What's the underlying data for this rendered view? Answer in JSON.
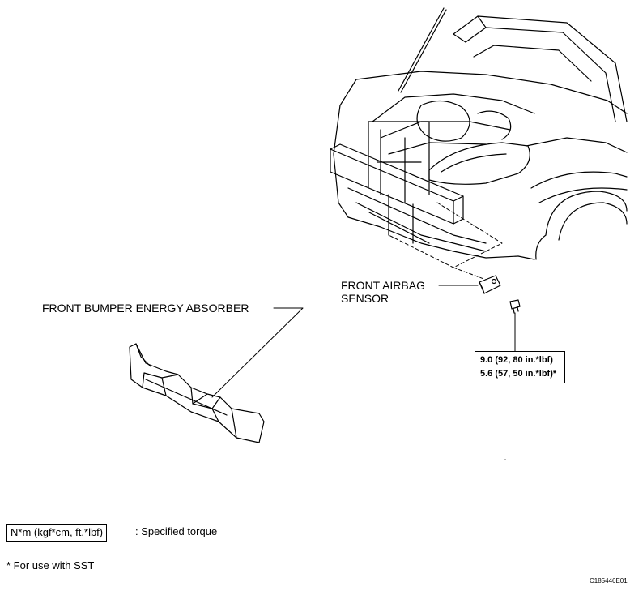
{
  "labels": {
    "absorber": "FRONT BUMPER ENERGY ABSORBER",
    "sensor_line1": "FRONT AIRBAG",
    "sensor_line2": "SENSOR"
  },
  "torque": {
    "line1": "9.0 (92, 80 in.*lbf)",
    "line2": "5.6 (57, 50 in.*lbf)*"
  },
  "legend": {
    "units": "N*m (kgf*cm, ft.*lbf)",
    "description": ": Specified torque"
  },
  "note": "* For use with SST",
  "figure_code": "C185446E01"
}
